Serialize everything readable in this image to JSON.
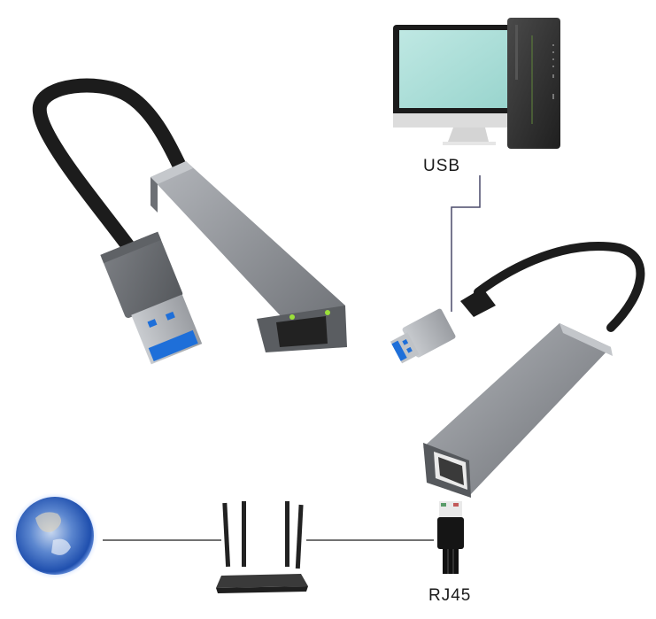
{
  "diagram": {
    "type": "connection-diagram",
    "subject": "USB to RJ45 Ethernet adapter",
    "labels": {
      "usb": "USB",
      "rj45": "RJ45"
    },
    "nodes": [
      {
        "id": "hero-adapter",
        "name": "USB Ethernet adapter (large product view)"
      },
      {
        "id": "computer",
        "name": "Desktop computer (monitor + tower)"
      },
      {
        "id": "adapter",
        "name": "USB Ethernet adapter"
      },
      {
        "id": "internet",
        "name": "Globe / Internet"
      },
      {
        "id": "router",
        "name": "Wireless router (4 antennas)"
      },
      {
        "id": "rj45-plug",
        "name": "RJ45 Ethernet plug"
      }
    ],
    "connections": [
      {
        "from": "internet",
        "to": "router",
        "style": "line"
      },
      {
        "from": "router",
        "to": "rj45-plug",
        "style": "line"
      },
      {
        "from": "rj45-plug",
        "to": "adapter",
        "label": "RJ45"
      },
      {
        "from": "adapter",
        "to": "computer",
        "label": "USB",
        "style": "elbow-line"
      }
    ],
    "colors": {
      "background": "#ffffff",
      "connector_line": "#444444",
      "usb_leader_line": "#4a4a6a",
      "aluminum_body": "#8e9196",
      "cable": "#1c1c1c",
      "usb_blue": "#1e6fd9",
      "screen": "#a9ded8",
      "globe_blue": "#2a5fc0",
      "led_green": "#9be03a"
    }
  }
}
